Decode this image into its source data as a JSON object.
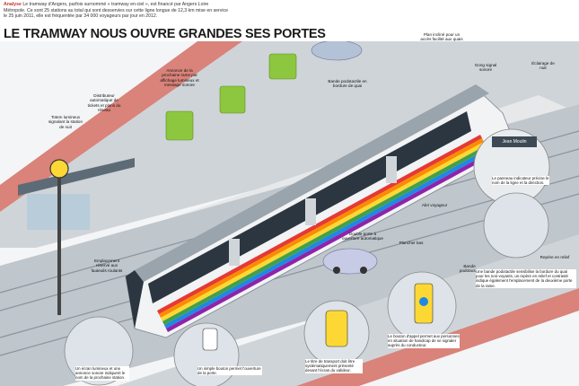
{
  "intro": {
    "tag": "Analyse",
    "text": "Le tramway d'Angers, parfois surnommé « tramway en-ciel », est financé par Angers Loire Métropole. Ce sont 25 stations au total qui sont desservies sur cette ligne longue de 12,3 km mise en service le 25 juin 2011, elle est fréquentée par 34 000 voyageurs par jour en 2012."
  },
  "title": "LE TRAMWAY NOUS OUVRE GRANDES SES PORTES",
  "station_sign": "Jean Moulin",
  "labels": {
    "totem": "Totem lumineux signalant la station de nuit",
    "distributeur": "Distributeur automatique de tickets et plans du réseau",
    "annonce": "Annonce de la prochaine rame par affichage lumineux et message sonore",
    "bande_bord": "Bande podotactile en bordure de quai",
    "plan_incline": "Plan incliné pour un accès facilité aux quais",
    "gong": "Gong signal sonore",
    "eclairage": "Éclairage de nuit",
    "abri": "Abri voyageur",
    "double_porte": "Double porte à ouverture automatique",
    "plancher": "Plancher bas",
    "bande_pod": "Bande podotactile",
    "repere": "Repère en relief",
    "embarquement": "Emplacement réservé aux fauteuils roulants"
  },
  "notes": {
    "panneau": "Le panneau indicateur précise le nom de la ligne et la direction.",
    "bande": "Une bande podotactile sensibilise la bordure du quai pour les non-voyants, un repère en relief et contrasté indique également l'emplacement de la deuxième porte de la rame.",
    "bouton": "Le bouton d'appel permet aux personnes en situation de handicap de se signaler auprès du conducteur.",
    "valideur": "Le titre de transport doit être systématiquement présenté devant l'écran du valideur.",
    "bouton_porte": "Un simple bouton permet l'ouverture de la porte.",
    "ecran": "Un écran lumineux et une annonce sonore indiquent le nom de la prochaine station."
  },
  "colors": {
    "rainbow": [
      "#e53935",
      "#fb8c00",
      "#fdd835",
      "#43a047",
      "#1e88e5",
      "#8e24aa"
    ],
    "sky": "#dfe7ee",
    "road": "#cfd4d9",
    "bike_lane": "#d9837a"
  }
}
